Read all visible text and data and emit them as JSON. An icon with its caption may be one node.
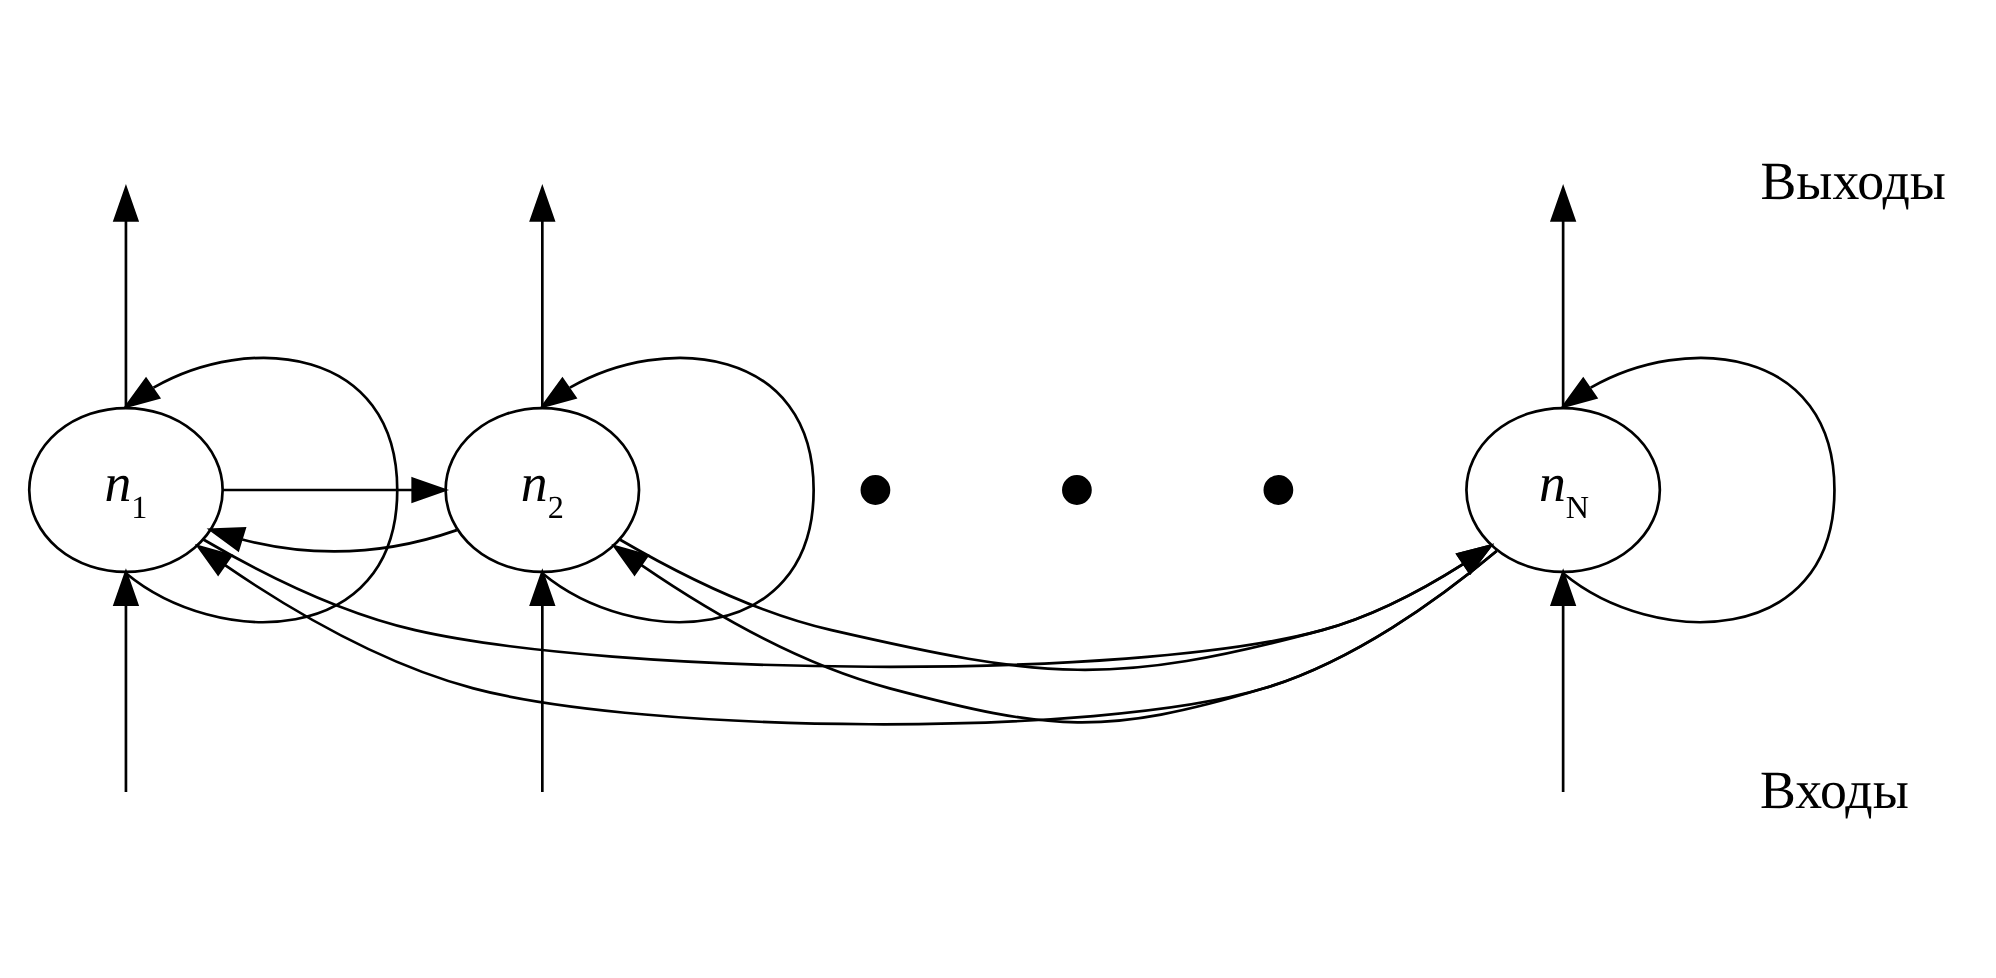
{
  "diagram": {
    "nodes": [
      {
        "text": [
          "n$_{1}$"
        ]
      },
      {
        "text": [
          "n$_{2}$"
        ]
      },
      {
        "text": [],
        "shape": "dot"
      },
      {
        "text": [],
        "shape": "dot"
      },
      {
        "text": [],
        "shape": "dot"
      },
      {
        "text": [
          "n$_{N}$"
        ]
      }
    ],
    "edges": [
      {
        "from": 0,
        "to": null,
        "arrow": "to"
      },
      {
        "from": 1,
        "to": null,
        "arrow": "to"
      },
      {
        "from": 5,
        "to": null,
        "arrow": "to"
      },
      {
        "from": 0,
        "to": 0,
        "arrow": "to"
      },
      {
        "from": 0,
        "to": 1,
        "arrow": "to"
      },
      {
        "from": 0,
        "to": 5,
        "arrow": "to"
      },
      {
        "from": 1,
        "to": 0,
        "arrow": "to"
      },
      {
        "from": 1,
        "to": 1,
        "arrow": "to"
      },
      {
        "from": 1,
        "to": 5,
        "arrow": "to"
      },
      {
        "from": 5,
        "to": 0,
        "arrow": "to"
      },
      {
        "from": 5,
        "to": 1,
        "arrow": "to"
      },
      {
        "from": 5,
        "to": 5,
        "arrow": "to"
      },
      {
        "from": null,
        "to": 0,
        "arrow": "to"
      },
      {
        "from": null,
        "to": 1,
        "arrow": "to"
      },
      {
        "from": null,
        "to": 5,
        "arrow": "to"
      }
    ],
    "labels": [
      "Выходы",
      "Входы"
    ]
  }
}
